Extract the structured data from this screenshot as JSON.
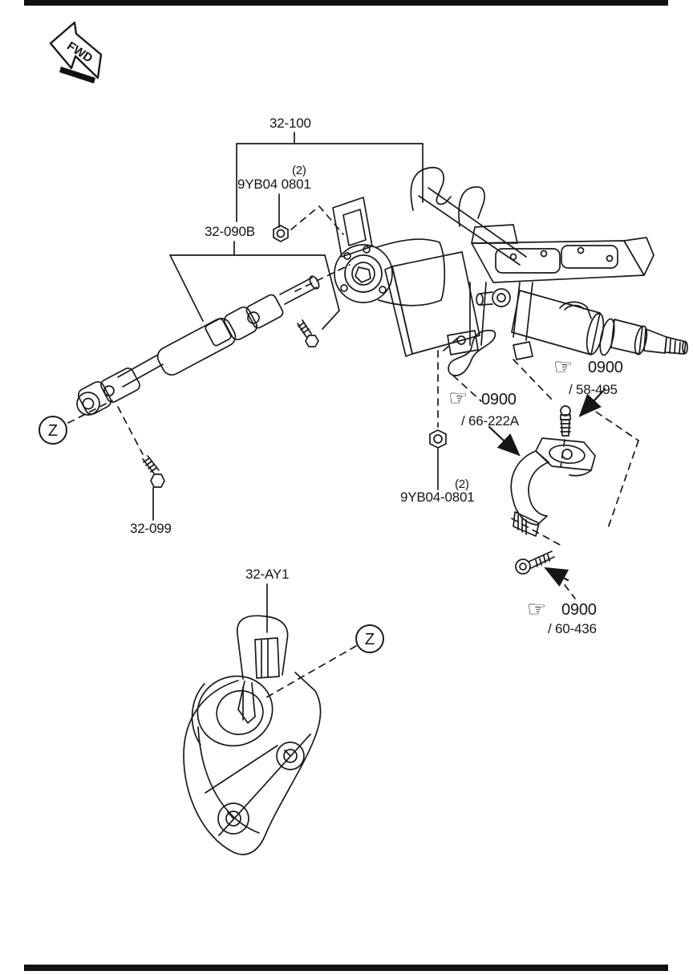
{
  "diagram": {
    "fwd_label": "FWD",
    "detail_marker": "Z",
    "hand_icon": "☞",
    "line_color": "#1a1a1a"
  },
  "callouts": {
    "assembly": {
      "code": "32-100"
    },
    "intermediate_shaft": {
      "code": "32-090B"
    },
    "shaft_bolt": {
      "code": "32-099"
    },
    "column_hole_cover": {
      "code": "32-AY1"
    },
    "nut_upper": {
      "qty": "(2)",
      "code": "9YB04 0801"
    },
    "nut_lower": {
      "qty": "(2)",
      "code": "9YB04-0801"
    },
    "ref_clamp": {
      "section": "0900",
      "page": "/ 66-222A"
    },
    "ref_stud": {
      "section": "0900",
      "page": "/ 58-495"
    },
    "ref_bolt": {
      "section": "0900",
      "page": "/ 60-436"
    }
  }
}
